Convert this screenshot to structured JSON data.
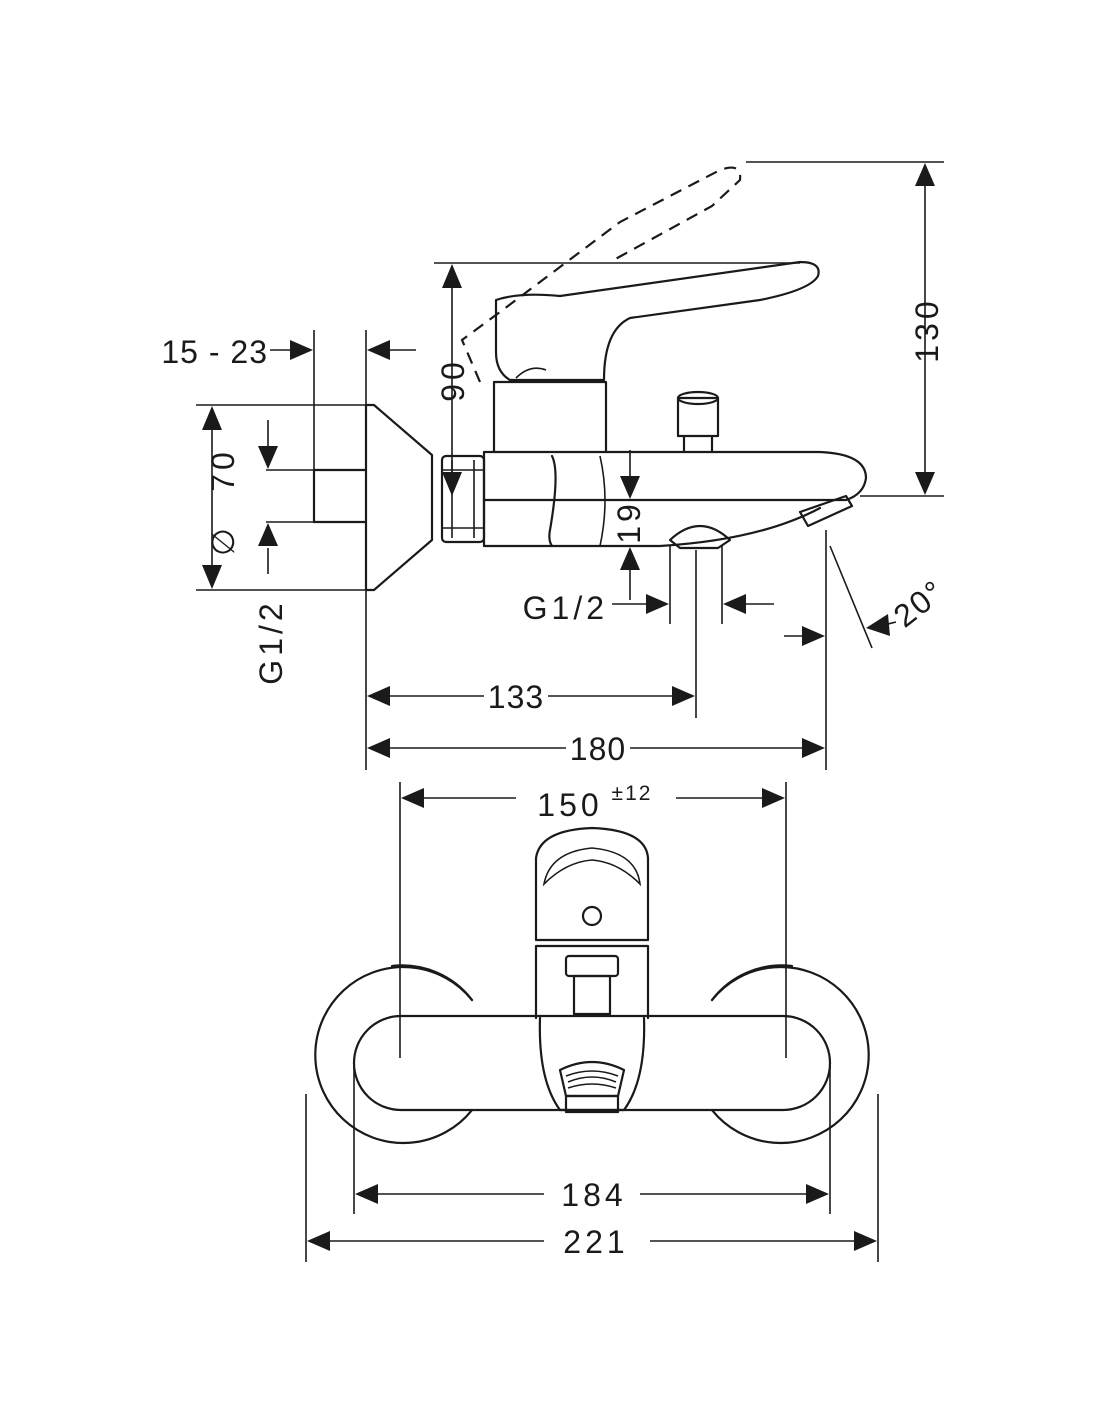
{
  "diagram": {
    "side_view": {
      "dims": {
        "d130": "130",
        "d90": "90",
        "d15_23": "15 - 23",
        "d70": "70",
        "diam": "∅",
        "g12_left": "G1/2",
        "g12_bottom": "G1/2",
        "d19": "19",
        "angle": "20°",
        "d133": "133",
        "d180": "180"
      }
    },
    "front_view": {
      "dims": {
        "d150": "150",
        "tol": "±12",
        "d184": "184",
        "d221": "221"
      }
    }
  }
}
